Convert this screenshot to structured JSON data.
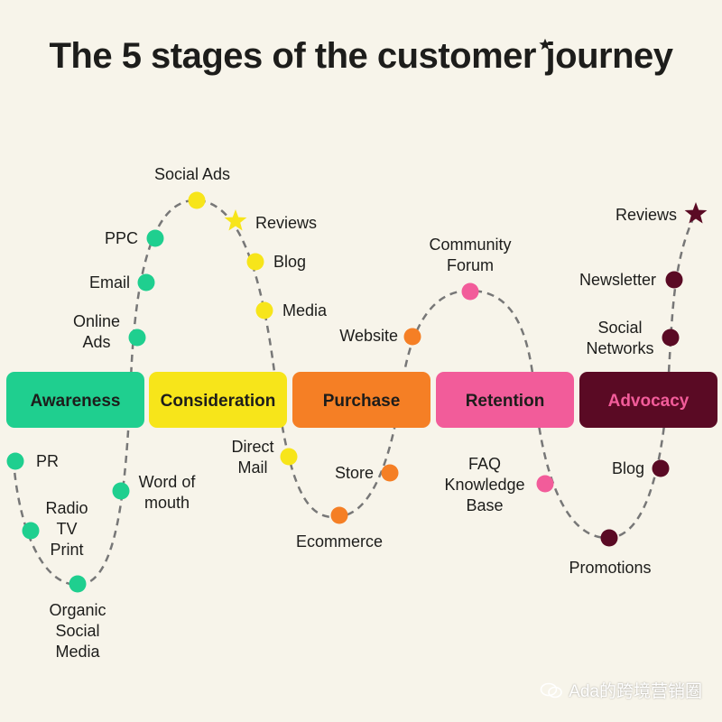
{
  "title": "The 5 stages of the customer journey",
  "watermark": "Ada的跨境营销圈",
  "colors": {
    "background": "#f7f4ea",
    "path": "#777777",
    "awareness": "#1fcf8f",
    "consideration": "#f7e51a",
    "purchase": "#f57f25",
    "retention": "#f25c9a",
    "advocacy": "#5a0a24",
    "advocacy_text": "#f25c9a",
    "text": "#1d1d1b"
  },
  "stages": [
    {
      "id": "awareness",
      "label": "Awareness",
      "channels": [
        {
          "label": "Online Ads",
          "lines": [
            "Online",
            "Ads"
          ]
        },
        {
          "label": "Email",
          "lines": [
            "Email"
          ]
        },
        {
          "label": "PPC",
          "lines": [
            "PPC"
          ]
        },
        {
          "label": "PR",
          "lines": [
            "PR"
          ]
        },
        {
          "label": "Radio TV Print",
          "lines": [
            "Radio",
            "TV",
            "Print"
          ]
        },
        {
          "label": "Organic Social Media",
          "lines": [
            "Organic",
            "Social",
            "Media"
          ]
        },
        {
          "label": "Word of mouth",
          "lines": [
            "Word of",
            "mouth"
          ]
        }
      ]
    },
    {
      "id": "consideration",
      "label": "Consideration",
      "channels": [
        {
          "label": "Social Ads",
          "lines": [
            "Social Ads"
          ]
        },
        {
          "label": "Reviews",
          "lines": [
            "Reviews"
          ]
        },
        {
          "label": "Blog",
          "lines": [
            "Blog"
          ]
        },
        {
          "label": "Media",
          "lines": [
            "Media"
          ]
        },
        {
          "label": "Direct Mail",
          "lines": [
            "Direct",
            "Mail"
          ]
        }
      ]
    },
    {
      "id": "purchase",
      "label": "Purchase",
      "channels": [
        {
          "label": "Ecommerce",
          "lines": [
            "Ecommerce"
          ]
        },
        {
          "label": "Store",
          "lines": [
            "Store"
          ]
        },
        {
          "label": "Website",
          "lines": [
            "Website"
          ]
        }
      ]
    },
    {
      "id": "retention",
      "label": "Retention",
      "channels": [
        {
          "label": "Community Forum",
          "lines": [
            "Community",
            "Forum"
          ]
        },
        {
          "label": "FAQ Knowledge Base",
          "lines": [
            "FAQ",
            "Knowledge",
            "Base"
          ]
        }
      ]
    },
    {
      "id": "advocacy",
      "label": "Advocacy",
      "channels": [
        {
          "label": "Promotions",
          "lines": [
            "Promotions"
          ]
        },
        {
          "label": "Blog",
          "lines": [
            "Blog"
          ]
        },
        {
          "label": "Social Networks",
          "lines": [
            "Social",
            "Networks"
          ]
        },
        {
          "label": "Newsletter",
          "lines": [
            "Newsletter"
          ]
        },
        {
          "label": "Reviews",
          "lines": [
            "Reviews"
          ]
        }
      ]
    }
  ]
}
